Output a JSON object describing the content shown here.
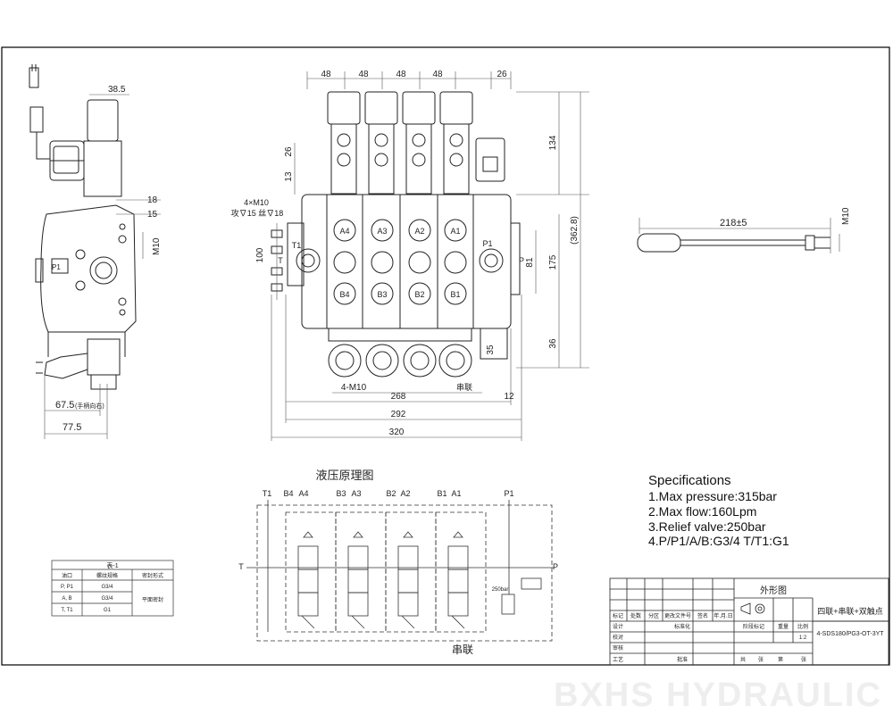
{
  "frame": {
    "border_color": "#000000",
    "line_color": "#222222",
    "accent_color": "#333333"
  },
  "side_view": {
    "dims": {
      "top_width": "38.5",
      "d18": "18",
      "d15": "15",
      "thread": "M10",
      "lever_dim": "67.5",
      "lever_note": "(手柄向右)",
      "total_dim": "77.5"
    },
    "port_label": "P1"
  },
  "front_view": {
    "top_dims": [
      "48",
      "48",
      "48",
      "48",
      "26"
    ],
    "right_dims": {
      "d134": "134",
      "d362": "(362.8)",
      "d175": "175",
      "d81": "81",
      "d36": "36"
    },
    "left_dims": {
      "d26": "26",
      "d13": "13",
      "d100": "100",
      "d35": "35"
    },
    "mount_note_1": "4×M10",
    "mount_note_2": "攻∇15 丝∇18",
    "section_labels": [
      "A4",
      "A3",
      "A2",
      "A1",
      "B4",
      "B3",
      "B2",
      "B1"
    ],
    "port_labels": {
      "p1": "P1",
      "p": "P",
      "t1": "T1",
      "t": "T"
    },
    "bottom_dims": {
      "bolts": "4-M10",
      "d268": "268",
      "series": "串联",
      "d12": "12",
      "d292": "292",
      "d320": "320"
    }
  },
  "handle": {
    "length": "218±5",
    "thread": "M10"
  },
  "schematic": {
    "title": "液压原理图",
    "top_labels": [
      "T1",
      "B4",
      "A4",
      "B3",
      "A3",
      "B2",
      "A2",
      "B1",
      "A1",
      "P1"
    ],
    "left_label": "T",
    "right_label": "P",
    "relief_label": "250bar",
    "footer": "串联"
  },
  "specifications": {
    "title": "Specifications",
    "items": [
      "1.Max pressure:315bar",
      "2.Max flow:160Lpm",
      "3.Relief valve:250bar",
      "4.P/P1/A/B:G3/4  T/T1:G1"
    ]
  },
  "port_table": {
    "title": "表-1",
    "headers": [
      "油口",
      "螺纹规格",
      "密封形式"
    ],
    "rows": [
      [
        "P, P1",
        "G3/4"
      ],
      [
        "A, B",
        "G3/4"
      ],
      [
        "T, T1",
        "G1"
      ]
    ],
    "seal": "平面密封"
  },
  "title_block": {
    "drawing_name": "外形图",
    "description": "四联+串联+双触点",
    "model": "4-SDS180/PG3-OT-3YT",
    "scale_value": "1:2",
    "labels": [
      "标记",
      "处数",
      "分区",
      "更改文件号",
      "签名",
      "年.月.日",
      "设计",
      "标准化",
      "校对",
      "审核",
      "工艺",
      "批准",
      "阶段标记",
      "重量",
      "比例",
      "共",
      "张",
      "第",
      "张"
    ]
  },
  "watermark": "BXHS HYDRAULIC"
}
